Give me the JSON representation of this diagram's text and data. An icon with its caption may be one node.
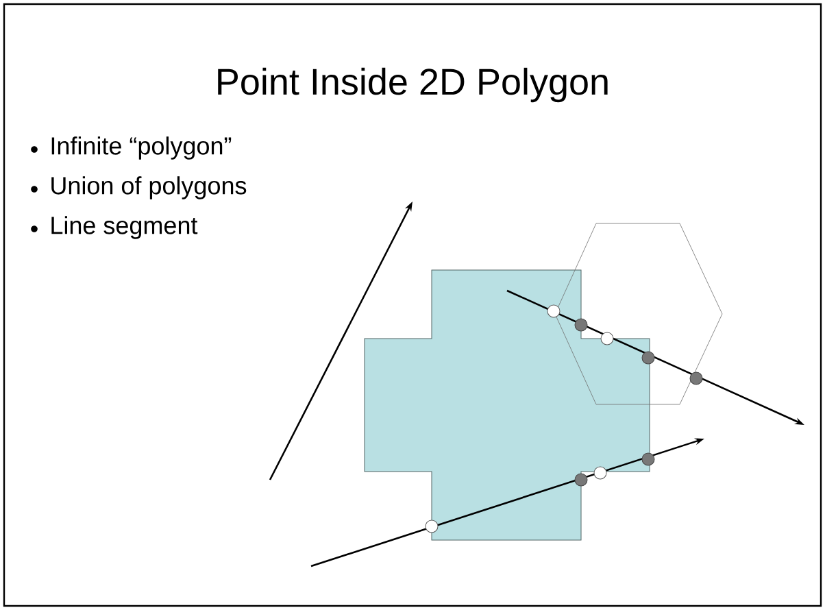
{
  "diagram": {
    "title": "Point Inside 2D Polygon",
    "labels": [
      "Infinite “polygon”",
      "Union of polygons",
      "Line segment"
    ]
  }
}
